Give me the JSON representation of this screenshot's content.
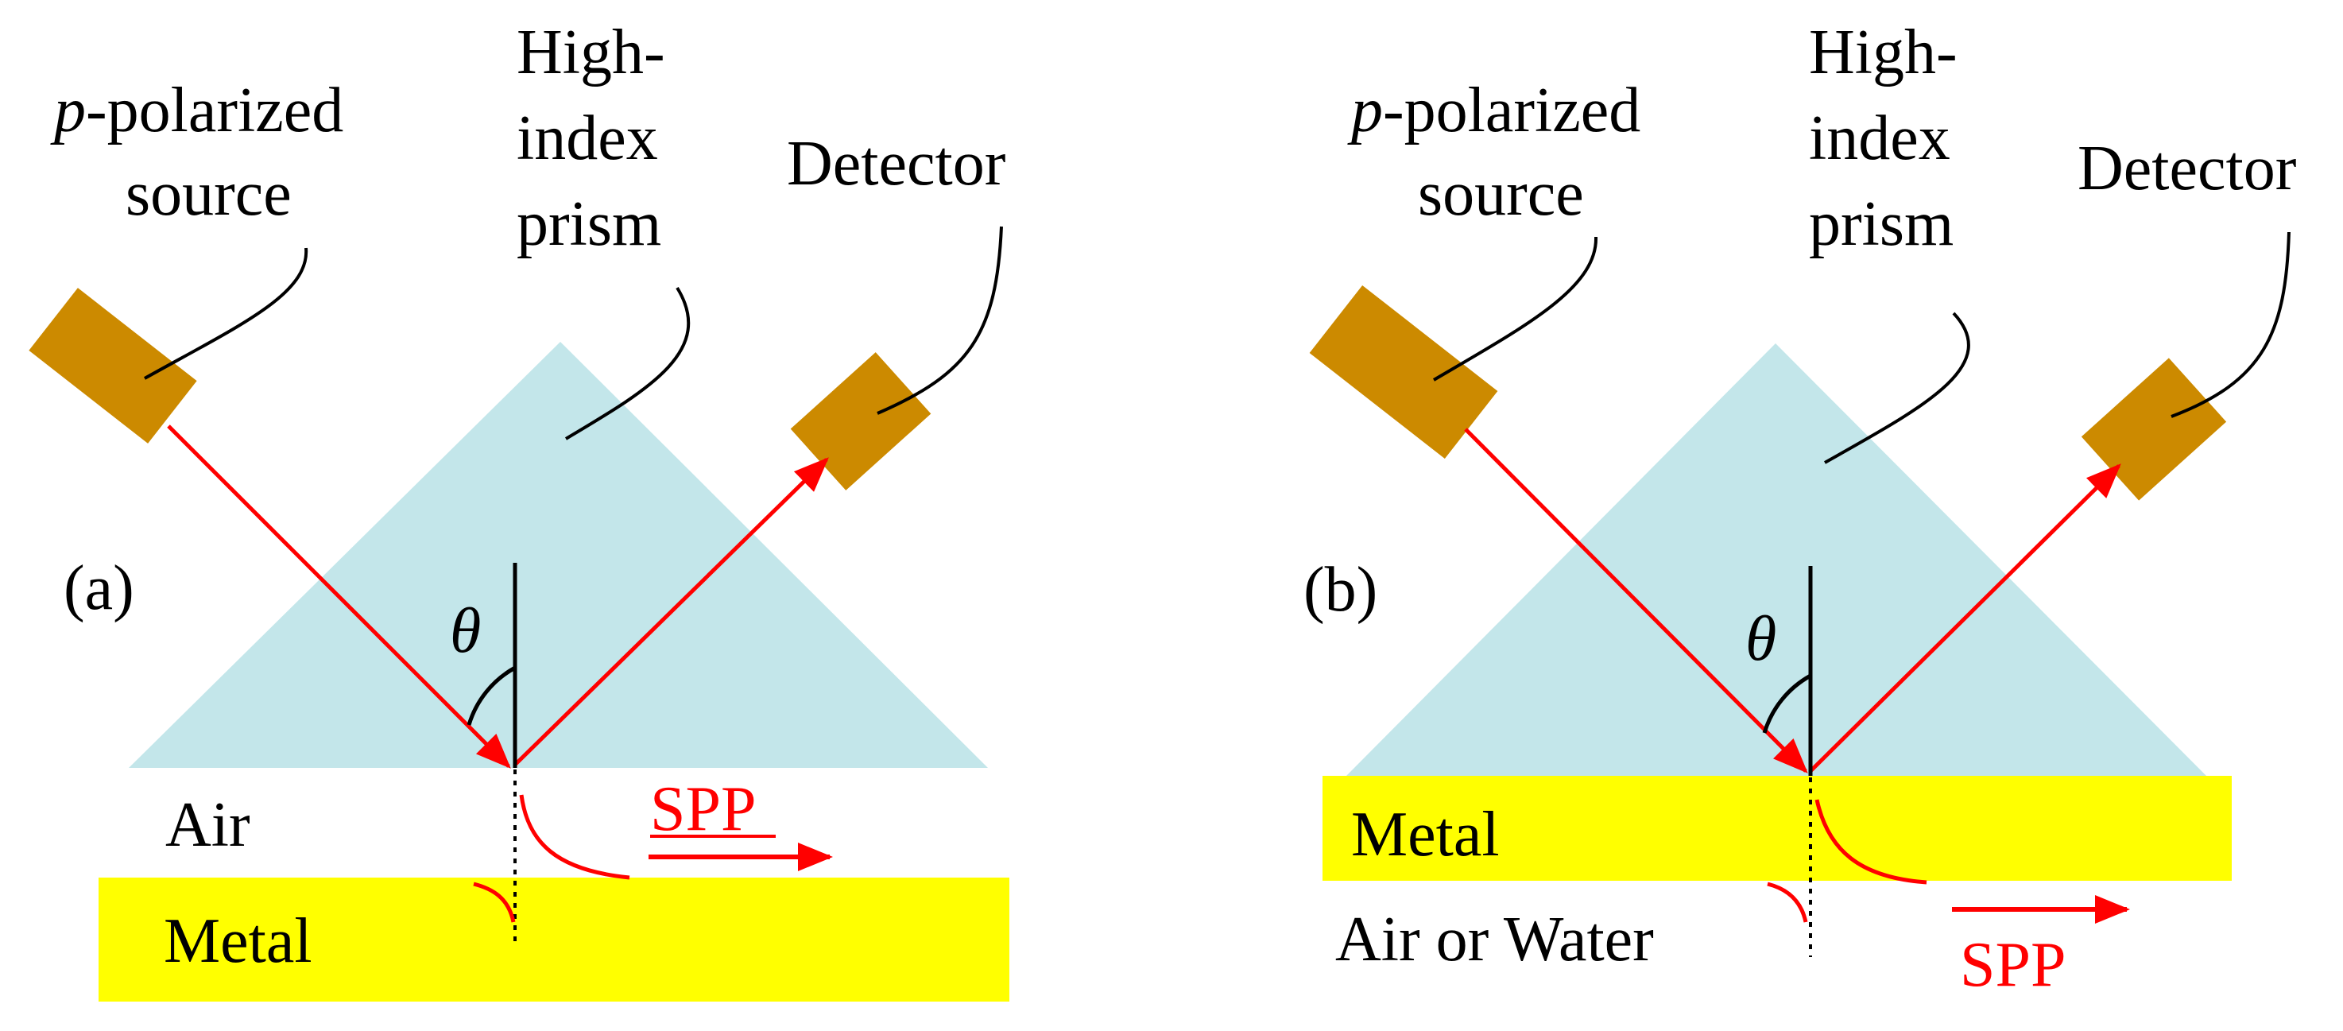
{
  "colors": {
    "prism": "#c3e6ea",
    "metal": "#ffff00",
    "device": "#cc8a00",
    "beam": "#ff0000",
    "line": "#000000"
  },
  "panel_a": {
    "tag": "(a)",
    "source": {
      "prefix": "p",
      "suffix": "-polarized",
      "line2": "source"
    },
    "prism": {
      "line1": "High-",
      "line2": "index",
      "line3": "prism"
    },
    "detector": "Detector",
    "angle": "θ",
    "medium_upper": "Air",
    "medium_lower": "Metal",
    "spp": "SPP"
  },
  "panel_b": {
    "tag": "(b)",
    "source": {
      "prefix": "p",
      "suffix": "-polarized",
      "line2": "source"
    },
    "prism": {
      "line1": "High-",
      "line2": "index",
      "line3": "prism"
    },
    "detector": "Detector",
    "angle": "θ",
    "medium_upper": "Metal",
    "medium_lower": "Air or Water",
    "spp": "SPP"
  }
}
